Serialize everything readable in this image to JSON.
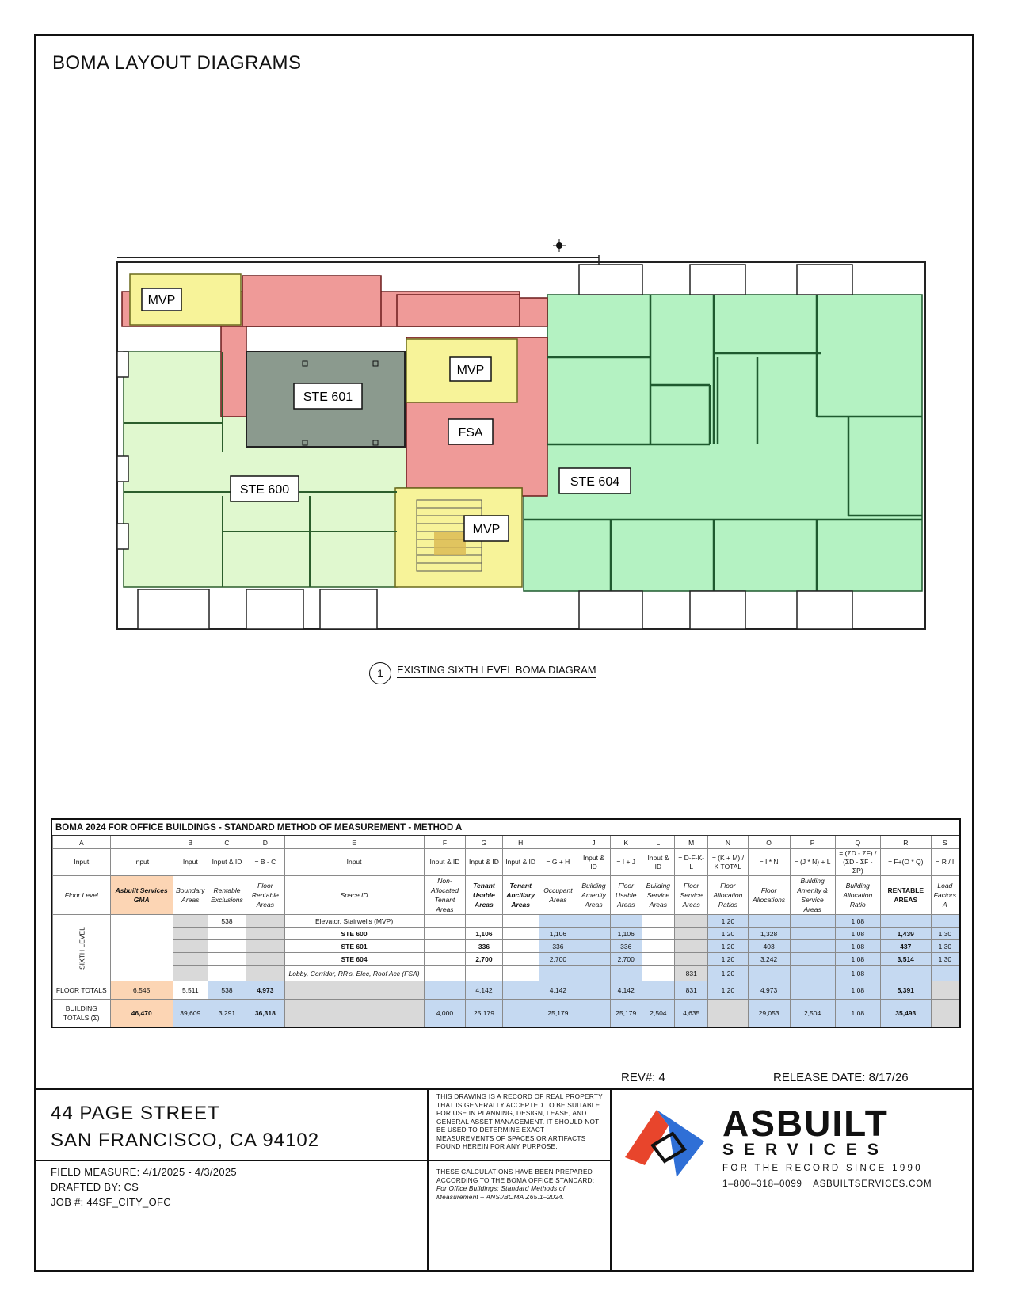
{
  "page": {
    "title": "BOMA LAYOUT DIAGRAMS"
  },
  "plan": {
    "labels": {
      "mvp_tl": "MVP",
      "mvp_mid": "MVP",
      "mvp_stair": "MVP",
      "ste601": "STE 601",
      "ste600": "STE 600",
      "ste604": "STE 604",
      "fsa": "FSA"
    },
    "detail_number": "1",
    "caption": "EXISTING SIXTH LEVEL BOMA DIAGRAM",
    "colors": {
      "mvp": "#f7f399",
      "fsa": "#ef9a98",
      "ste601": "#8b9a8e",
      "ste600": "#e0f8cf",
      "ste604": "#b4f2c2"
    }
  },
  "boma_table": {
    "title": "BOMA 2024 FOR OFFICE BUILDINGS - STANDARD METHOD OF MEASUREMENT - METHOD A",
    "letters": [
      "A",
      "",
      "B",
      "C",
      "D",
      "E",
      "F",
      "G",
      "H",
      "I",
      "J",
      "K",
      "L",
      "M",
      "N",
      "O",
      "P",
      "Q",
      "R",
      "S"
    ],
    "inputs": [
      "Input",
      "Input",
      "Input",
      "Input & ID",
      "= B - C",
      "Input",
      "Input & ID",
      "Input & ID",
      "Input & ID",
      "= G + H",
      "Input & ID",
      "= I + J",
      "Input & ID",
      "= D-F-K-L",
      "= (K + M) / K TOTAL",
      "= I * N",
      "= (J * N) + L",
      "= (ΣD - ΣF) / (ΣD - ΣF - ΣP)",
      "= F+(O * Q)",
      "= R / I"
    ],
    "headers": [
      "Floor Level",
      "Asbuilt Services GMA",
      "Boundary Areas",
      "Rentable Exclusions",
      "Floor Rentable Areas",
      "Space ID",
      "Non-Allocated Tenant Areas",
      "Tenant Usable Areas",
      "Tenant Ancillary Areas",
      "Occupant Areas",
      "Building Amenity Areas",
      "Floor Usable Areas",
      "Building Service Areas",
      "Floor Service Areas",
      "Floor Allocation Ratios",
      "Floor Allocations",
      "Building Amenity & Service Areas",
      "Building Allocation Ratio",
      "RENTABLE AREAS",
      "Load Factors A"
    ],
    "level_label": "SIXTH LEVEL",
    "rows": [
      {
        "c": "538",
        "e": "Elevator, Stairwells (MVP)",
        "g": "",
        "i": "",
        "k": "",
        "m": "",
        "n": "1.20",
        "o": "",
        "q": "1.08",
        "r": "",
        "s": ""
      },
      {
        "c": "",
        "e": "STE 600",
        "g": "1,106",
        "i": "1,106",
        "k": "1,106",
        "m": "",
        "n": "1.20",
        "o": "1,328",
        "q": "1.08",
        "r": "1,439",
        "s": "1.30"
      },
      {
        "c": "",
        "e": "STE 601",
        "g": "336",
        "i": "336",
        "k": "336",
        "m": "",
        "n": "1.20",
        "o": "403",
        "q": "1.08",
        "r": "437",
        "s": "1.30"
      },
      {
        "c": "",
        "e": "STE 604",
        "g": "2,700",
        "i": "2,700",
        "k": "2,700",
        "m": "",
        "n": "1.20",
        "o": "3,242",
        "q": "1.08",
        "r": "3,514",
        "s": "1.30"
      },
      {
        "c": "",
        "e": "Lobby, Corridor, RR's, Elec, Roof Acc (FSA)",
        "g": "",
        "i": "",
        "k": "",
        "m": "831",
        "n": "1.20",
        "o": "",
        "q": "1.08",
        "r": "",
        "s": ""
      }
    ],
    "floor_totals": {
      "label": "FLOOR TOTALS",
      "a": "6,545",
      "b": "5,511",
      "c": "538",
      "d": "4,973",
      "g": "4,142",
      "i": "4,142",
      "k": "4,142",
      "m": "831",
      "n": "1.20",
      "o": "4,973",
      "q": "1.08",
      "r": "5,391"
    },
    "building_totals": {
      "label": "BUILDING TOTALS (Σ)",
      "a": "46,470",
      "b": "39,609",
      "c": "3,291",
      "d": "36,318",
      "f": "4,000",
      "g": "25,179",
      "i": "25,179",
      "k": "25,179",
      "l": "2,504",
      "m": "4,635",
      "o": "29,053",
      "p": "2,504",
      "q": "1.08",
      "r": "35,493"
    }
  },
  "title_block": {
    "rev": "REV#:  4",
    "release": "RELEASE DATE:  8/17/26",
    "address_line1": "44 PAGE STREET",
    "address_line2": "SAN FRANCISCO, CA  94102",
    "field_measure": "FIELD MEASURE:  4/1/2025 - 4/3/2025",
    "drafted_by": "DRAFTED BY:  CS",
    "job": "JOB #:  44SF_CITY_OFC",
    "disclaimer": "THIS DRAWING IS A RECORD OF REAL PROPERTY THAT IS  GENERALLY ACCEPTED TO BE SUITABLE FOR USE IN PLANNING,  DESIGN, LEASE, AND GENERAL ASSET MANAGEMENT. IT SHOULD NOT BE USED TO DETERMINE EXACT MEASUREMENTS  OF SPACES OR ARTIFACTS FOUND HEREIN FOR ANY PURPOSE.",
    "calc_note_1": "THESE CALCULATIONS HAVE BEEN PREPARED ACCORDING TO THE BOMA OFFICE STANDARD: ",
    "calc_note_2": "For Office Buildings: Standard Methods of Measurement – ANSI/BOMA Z65.1–2024."
  },
  "logo": {
    "name": "ASBUILT",
    "sub": "SERVICES",
    "tagline": "FOR THE RECORD SINCE 1990",
    "contact": "1–800–318–0099  ASBUILTSERVICES.COM",
    "colors": {
      "red": "#e8452c",
      "blue": "#2f6fd6"
    }
  }
}
